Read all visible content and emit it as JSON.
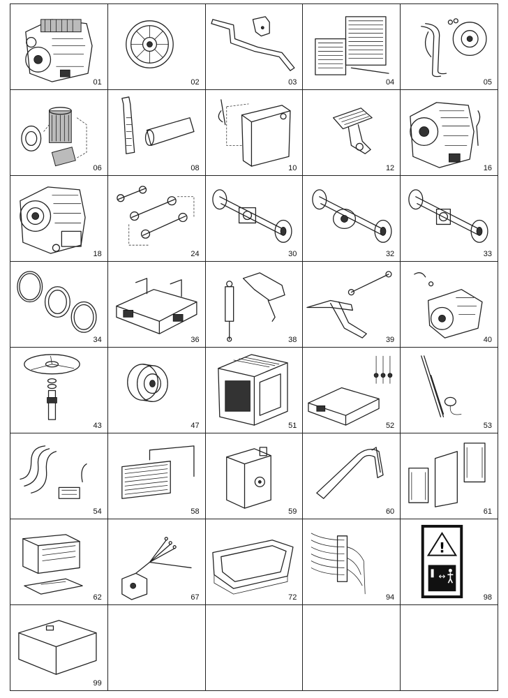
{
  "catalog": {
    "cells": [
      {
        "number": "01",
        "icon": "engine-icon"
      },
      {
        "number": "02",
        "icon": "fan-pulley-icon"
      },
      {
        "number": "03",
        "icon": "engine-bracket-icon"
      },
      {
        "number": "04",
        "icon": "radiator-icon"
      },
      {
        "number": "05",
        "icon": "hydraulic-pump-hoses-icon"
      },
      {
        "number": "06",
        "icon": "air-filter-icon"
      },
      {
        "number": "08",
        "icon": "exhaust-muffler-icon"
      },
      {
        "number": "10",
        "icon": "fuel-tank-icon"
      },
      {
        "number": "12",
        "icon": "pedal-icon"
      },
      {
        "number": "16",
        "icon": "transmission-icon"
      },
      {
        "number": "18",
        "icon": "transmission-assembly-icon"
      },
      {
        "number": "24",
        "icon": "drive-shafts-icon"
      },
      {
        "number": "30",
        "icon": "front-axle-icon"
      },
      {
        "number": "32",
        "icon": "rear-axle-icon"
      },
      {
        "number": "33",
        "icon": "axle-assembly-icon"
      },
      {
        "number": "34",
        "icon": "seal-rings-icon"
      },
      {
        "number": "36",
        "icon": "chassis-frame-icon"
      },
      {
        "number": "38",
        "icon": "hydraulic-cylinder-icon"
      },
      {
        "number": "39",
        "icon": "linkage-icon"
      },
      {
        "number": "40",
        "icon": "hydraulic-motor-icon"
      },
      {
        "number": "43",
        "icon": "steering-wheel-icon"
      },
      {
        "number": "47",
        "icon": "wheel-hub-icon"
      },
      {
        "number": "51",
        "icon": "cab-icon"
      },
      {
        "number": "52",
        "icon": "frame-mounts-icon"
      },
      {
        "number": "53",
        "icon": "wiper-icon"
      },
      {
        "number": "54",
        "icon": "hoses-icon"
      },
      {
        "number": "58",
        "icon": "cooler-icon"
      },
      {
        "number": "59",
        "icon": "oil-tank-icon"
      },
      {
        "number": "60",
        "icon": "fender-icon"
      },
      {
        "number": "61",
        "icon": "panels-icon"
      },
      {
        "number": "62",
        "icon": "battery-icon"
      },
      {
        "number": "67",
        "icon": "wiring-harness-icon"
      },
      {
        "number": "72",
        "icon": "bucket-icon"
      },
      {
        "number": "94",
        "icon": "hydraulic-lines-icon"
      },
      {
        "number": "98",
        "icon": "warning-decal-icon"
      },
      {
        "number": "99",
        "icon": "toolbox-icon"
      }
    ]
  },
  "decal": {
    "warning_glyph": "!",
    "arrow_glyph": "↔"
  }
}
